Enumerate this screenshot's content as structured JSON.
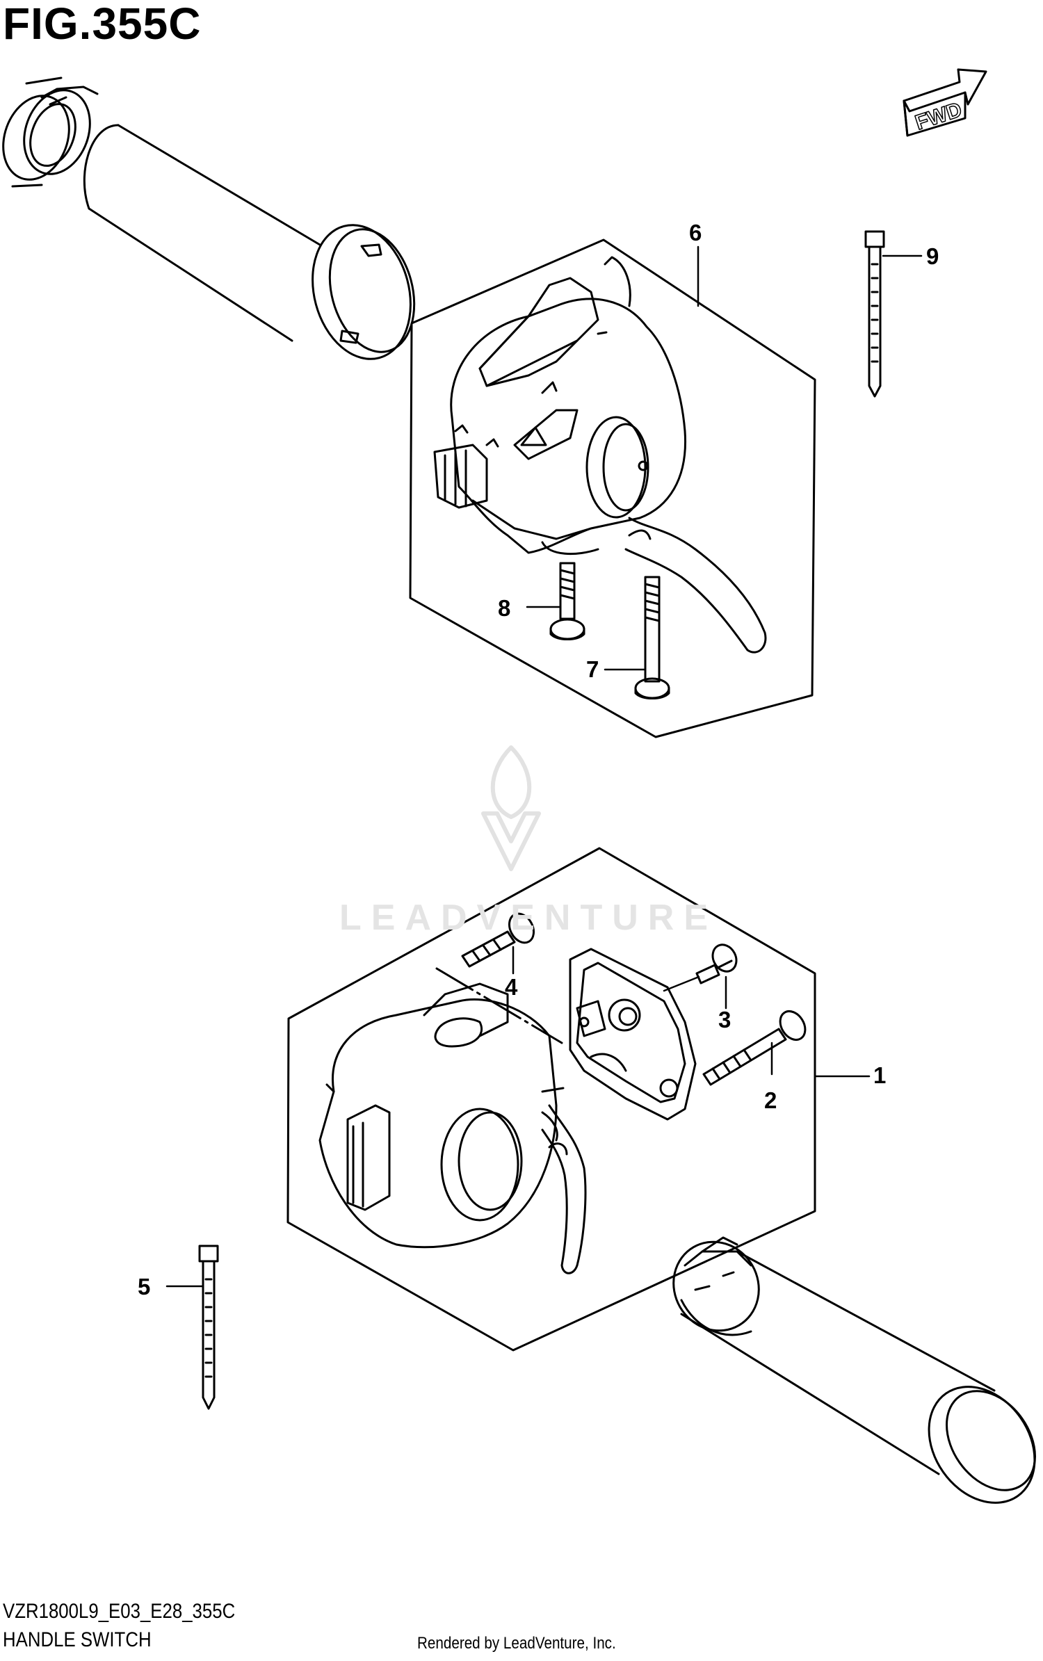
{
  "figure": {
    "title": "FIG.355C",
    "code": "VZR1800L9_E03_E28_355C",
    "subtitle": "HANDLE SWITCH",
    "rendered_by": "Rendered by LeadVenture, Inc.",
    "direction_badge": "FWD",
    "watermark": "LEADVENTURE"
  },
  "callouts": [
    {
      "id": "1",
      "label": "1"
    },
    {
      "id": "2",
      "label": "2"
    },
    {
      "id": "3",
      "label": "3"
    },
    {
      "id": "4",
      "label": "4"
    },
    {
      "id": "5",
      "label": "5"
    },
    {
      "id": "6",
      "label": "6"
    },
    {
      "id": "7",
      "label": "7"
    },
    {
      "id": "8",
      "label": "8"
    },
    {
      "id": "9",
      "label": "9"
    }
  ]
}
